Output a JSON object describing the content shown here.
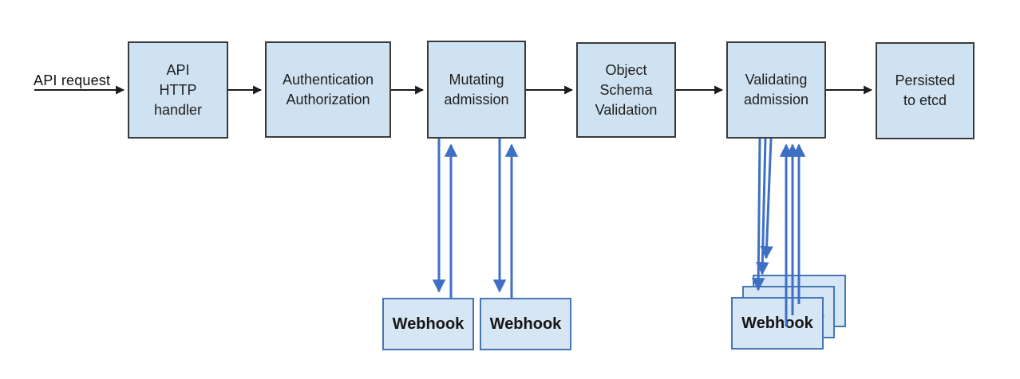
{
  "diagram": {
    "request_label": "API request",
    "nodes": [
      {
        "id": "api-http-handler",
        "label": "API\nHTTP\nhandler"
      },
      {
        "id": "authentication-authorization",
        "label": "Authentication\nAuthorization"
      },
      {
        "id": "mutating-admission",
        "label": "Mutating\nadmission"
      },
      {
        "id": "object-schema-validation",
        "label": "Object\nSchema\nValidation"
      },
      {
        "id": "validating-admission",
        "label": "Validating\nadmission"
      },
      {
        "id": "persisted-to-etcd",
        "label": "Persisted\nto etcd"
      }
    ],
    "mutating_webhooks": [
      "Webhook",
      "Webhook"
    ],
    "validating_webhooks": [
      "Webhook",
      "Webhook",
      "Webhook"
    ],
    "colors": {
      "node_fill": "#cfe2f1",
      "node_border": "#3a3a3c",
      "webhook_fill": "#d6e6f4",
      "webhook_border": "#4577b5",
      "arrow_black": "#1c1c1c",
      "arrow_blue": "#3f6fc5",
      "text": "#1f1f1f"
    }
  }
}
